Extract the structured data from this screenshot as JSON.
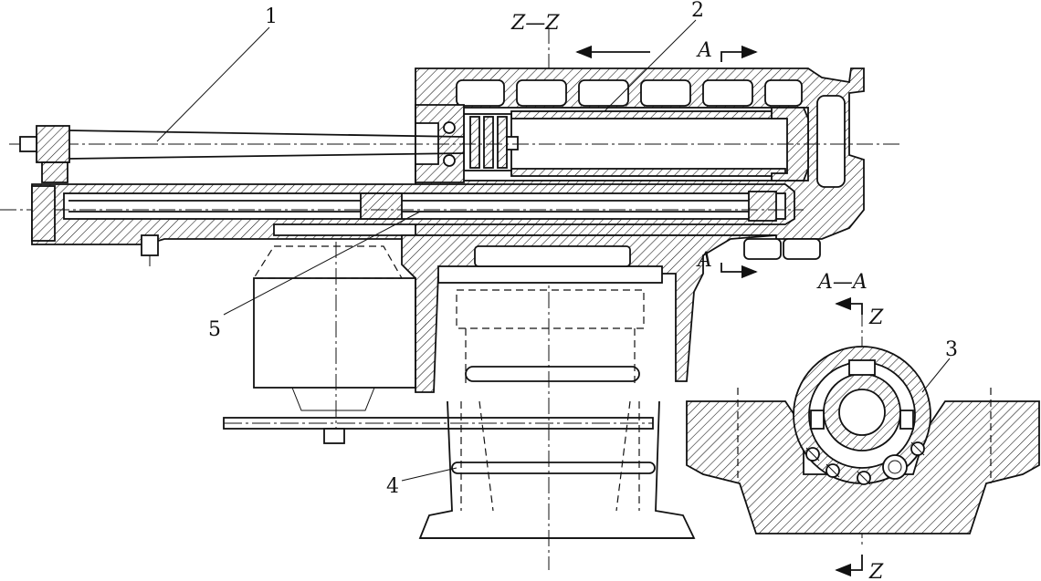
{
  "labels": {
    "part_1": "1",
    "part_2": "2",
    "part_3": "3",
    "part_4": "4",
    "part_5": "5",
    "section_zz": "Z—Z",
    "section_a_top": "A",
    "section_a_mid": "A",
    "section_aa": "A—A",
    "z_top": "Z",
    "z_bottom": "Z"
  }
}
